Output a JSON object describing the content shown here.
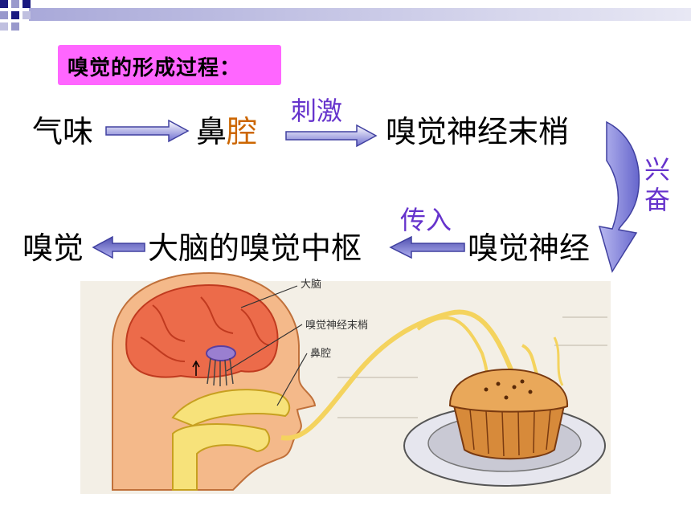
{
  "title": "嗅觉的形成过程：",
  "flow": {
    "row1": {
      "n1": "气味",
      "n2a": "鼻",
      "n2b": "腔",
      "n3": "嗅觉神经末梢",
      "arrow2_label": "刺激"
    },
    "turn_label": [
      "兴",
      "奋"
    ],
    "row2": {
      "n4": "嗅觉神经",
      "n5": "大脑的嗅觉中枢",
      "n6": "嗅觉",
      "arrow_label": "传入"
    }
  },
  "illustration": {
    "labels": [
      "大脑",
      "嗅觉神经末梢",
      "鼻腔"
    ]
  },
  "colors": {
    "title_bg": "#ff66ff",
    "label_purple": "#6633cc",
    "cavity_orange": "#cc6600",
    "arrow_fill": "#8080e0"
  }
}
